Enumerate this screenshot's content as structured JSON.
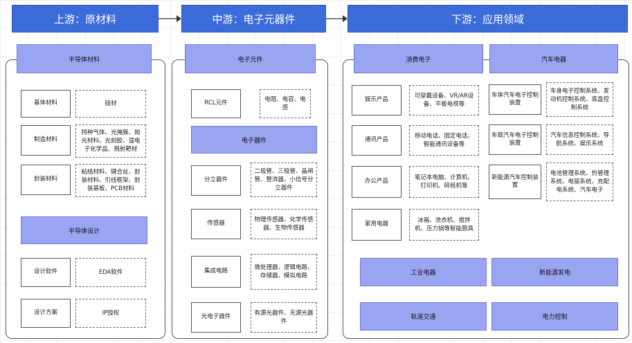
{
  "headers": {
    "upstream": "上游：原材料",
    "midstream": "中游：电子元器件",
    "downstream": "下游：应用领域"
  },
  "upstream": {
    "materials_title": "半导体材料",
    "materials": [
      {
        "label": "基体材料",
        "detail": "硅材"
      },
      {
        "label": "制造材料",
        "detail": "特种气体、光掩膜、抛光材料、光刻胶、湿电子化学品、溅射靶材"
      },
      {
        "label": "封装材料",
        "detail": "粘结材料、键合丝、封装材料、引线框架、封装基板、PCB材料"
      }
    ],
    "design_title": "半导体设计",
    "design": [
      {
        "label": "设计软件",
        "detail": "EDA软件"
      },
      {
        "label": "设计方案",
        "detail": "IP授权"
      }
    ]
  },
  "midstream": {
    "passive_title": "电子元件",
    "passive": [
      {
        "label": "RCL元件",
        "detail": "电阻、电容、电感"
      }
    ],
    "devices_title": "电子器件",
    "devices": [
      {
        "label": "分立器件",
        "detail": "二极管、三极管、晶闸管、整流器、小信号分立器件"
      },
      {
        "label": "传感器",
        "detail": "物理传感器、化学传感器、生物传感器"
      },
      {
        "label": "集成电路",
        "detail": "微处理器、逻辑电路、存储器、模拟电路"
      },
      {
        "label": "光电子器件",
        "detail": "有源光器件、无源光器件"
      }
    ]
  },
  "downstream": {
    "consumer_title": "消费电子",
    "consumer": [
      {
        "label": "娱乐产品",
        "detail": "可穿戴设备、VR/AR设备、平板电视等"
      },
      {
        "label": "通讯产品",
        "detail": "移动电话、固定电话、智能通讯设备等"
      },
      {
        "label": "办公产品",
        "detail": "笔记本电脑、计算机、打印机、碎纸机等"
      },
      {
        "label": "家用电器",
        "detail": "冰箱、洗衣机、搅拌机、压力锅等智能厨具"
      }
    ],
    "auto_title": "汽车电器",
    "auto": [
      {
        "label": "车体汽车电子控制装置",
        "detail": "车身电子控制系统、发动机控制系统、底盘控制系统"
      },
      {
        "label": "车载汽车电子控制装置",
        "detail": "汽车信息控制系统、导航系统、娱乐系统"
      },
      {
        "label": "新能源汽车控制装置",
        "detail": "电池管理系统、热管理系统、电驱系统、充配电系统、汽车电子"
      }
    ],
    "others": [
      "工业电器",
      "新能源发电",
      "轨道交通",
      "电力控制"
    ]
  }
}
